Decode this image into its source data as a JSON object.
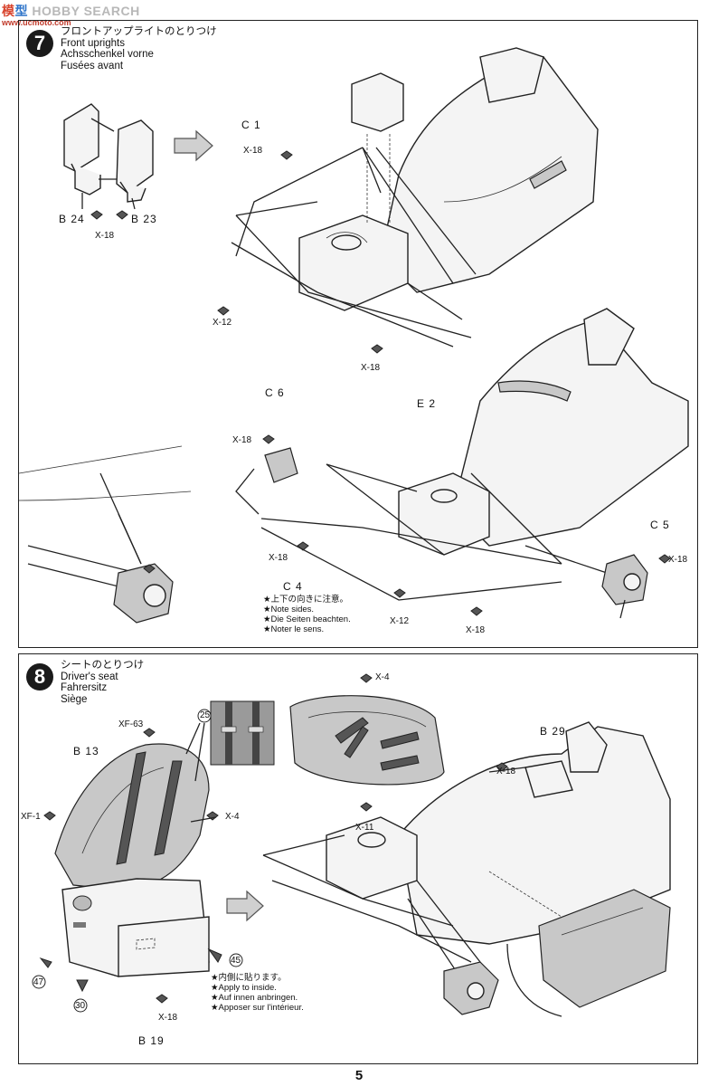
{
  "watermark": {
    "part1": "模",
    "part2": "型",
    "part3": "HOBBY SEARCH",
    "sub": "www.ucmoto.com"
  },
  "step7": {
    "number": "7",
    "title_jp": "フロントアップライトのとりつけ",
    "title_en": "Front uprights",
    "title_de": "Achsschenkel vorne",
    "title_fr": "Fusées avant",
    "labels": {
      "c1": "C 1",
      "x18_a": "X-18",
      "b24": "B 24",
      "b23": "B 23",
      "x18_b": "X-18",
      "x12_a": "X-12",
      "x18_c": "X-18",
      "c6": "C 6",
      "e2": "E 2",
      "x18_d": "X-18",
      "c5": "C 5",
      "x18_e": "X-18",
      "x18_f": "X-18",
      "c4": "C 4",
      "x12_b": "X-12",
      "x18_g": "X-18"
    },
    "note": [
      "★上下の向きに注意。",
      "★Note sides.",
      "★Die Seiten beachten.",
      "★Noter le sens."
    ]
  },
  "step8": {
    "number": "8",
    "title_jp": "シートのとりつけ",
    "title_en": "Driver's seat",
    "title_de": "Fahrersitz",
    "title_fr": "Siège",
    "labels": {
      "xf63": "XF-63",
      "n25": "25",
      "b13": "B 13",
      "xf1": "XF-1",
      "x4_a": "X-4",
      "x4_b": "X-4",
      "x11": "X-11",
      "b29": "B 29",
      "x18_a": "X-18",
      "n47": "47",
      "n30": "30",
      "n45": "45",
      "x18_b": "X-18",
      "b19": "B 19"
    },
    "note": [
      "★内側に貼ります。",
      "★Apply to inside.",
      "★Auf innen anbringen.",
      "★Apposer sur l'intérieur."
    ]
  },
  "page_number": "5"
}
